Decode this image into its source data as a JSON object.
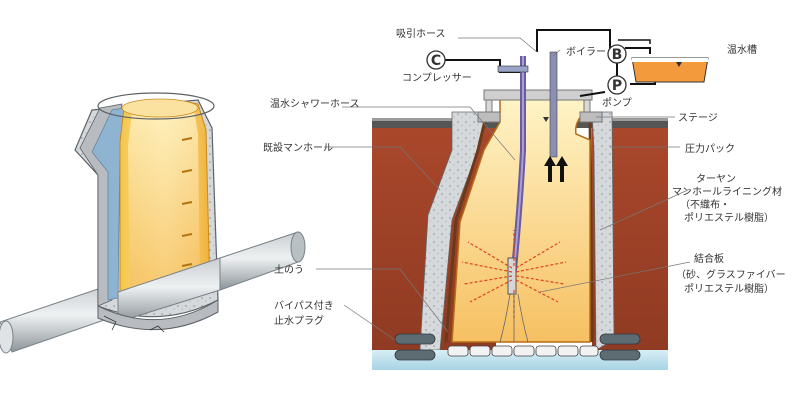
{
  "labels": {
    "suction_hose": "吸引ホース",
    "compressor": "コンプレッサー",
    "boiler": "ボイラー",
    "pump": "ポンプ",
    "hot_water_tank": "温水槽",
    "hot_shower_hose": "温水シャワーホース",
    "stage": "ステージ",
    "existing_manhole": "既設マンホール",
    "pressure_pack": "圧力パック",
    "tarpaulin_line1": "ターヤン",
    "tarpaulin_line2": "マンホールライニング材",
    "tarpaulin_line3": "（不織布・",
    "tarpaulin_line4": "ポリエステル樹脂）",
    "sandbag": "土のう",
    "binding_plate_line1": "結合板",
    "binding_plate_line2": "（砂、グラスファイバー",
    "binding_plate_line3": "ポリエステル樹脂）",
    "bypass_plug_line1": "バイパス付き",
    "bypass_plug_line2": "止水プラグ"
  },
  "symbols": {
    "compressor": "C",
    "boiler": "B",
    "pump": "P"
  }
}
